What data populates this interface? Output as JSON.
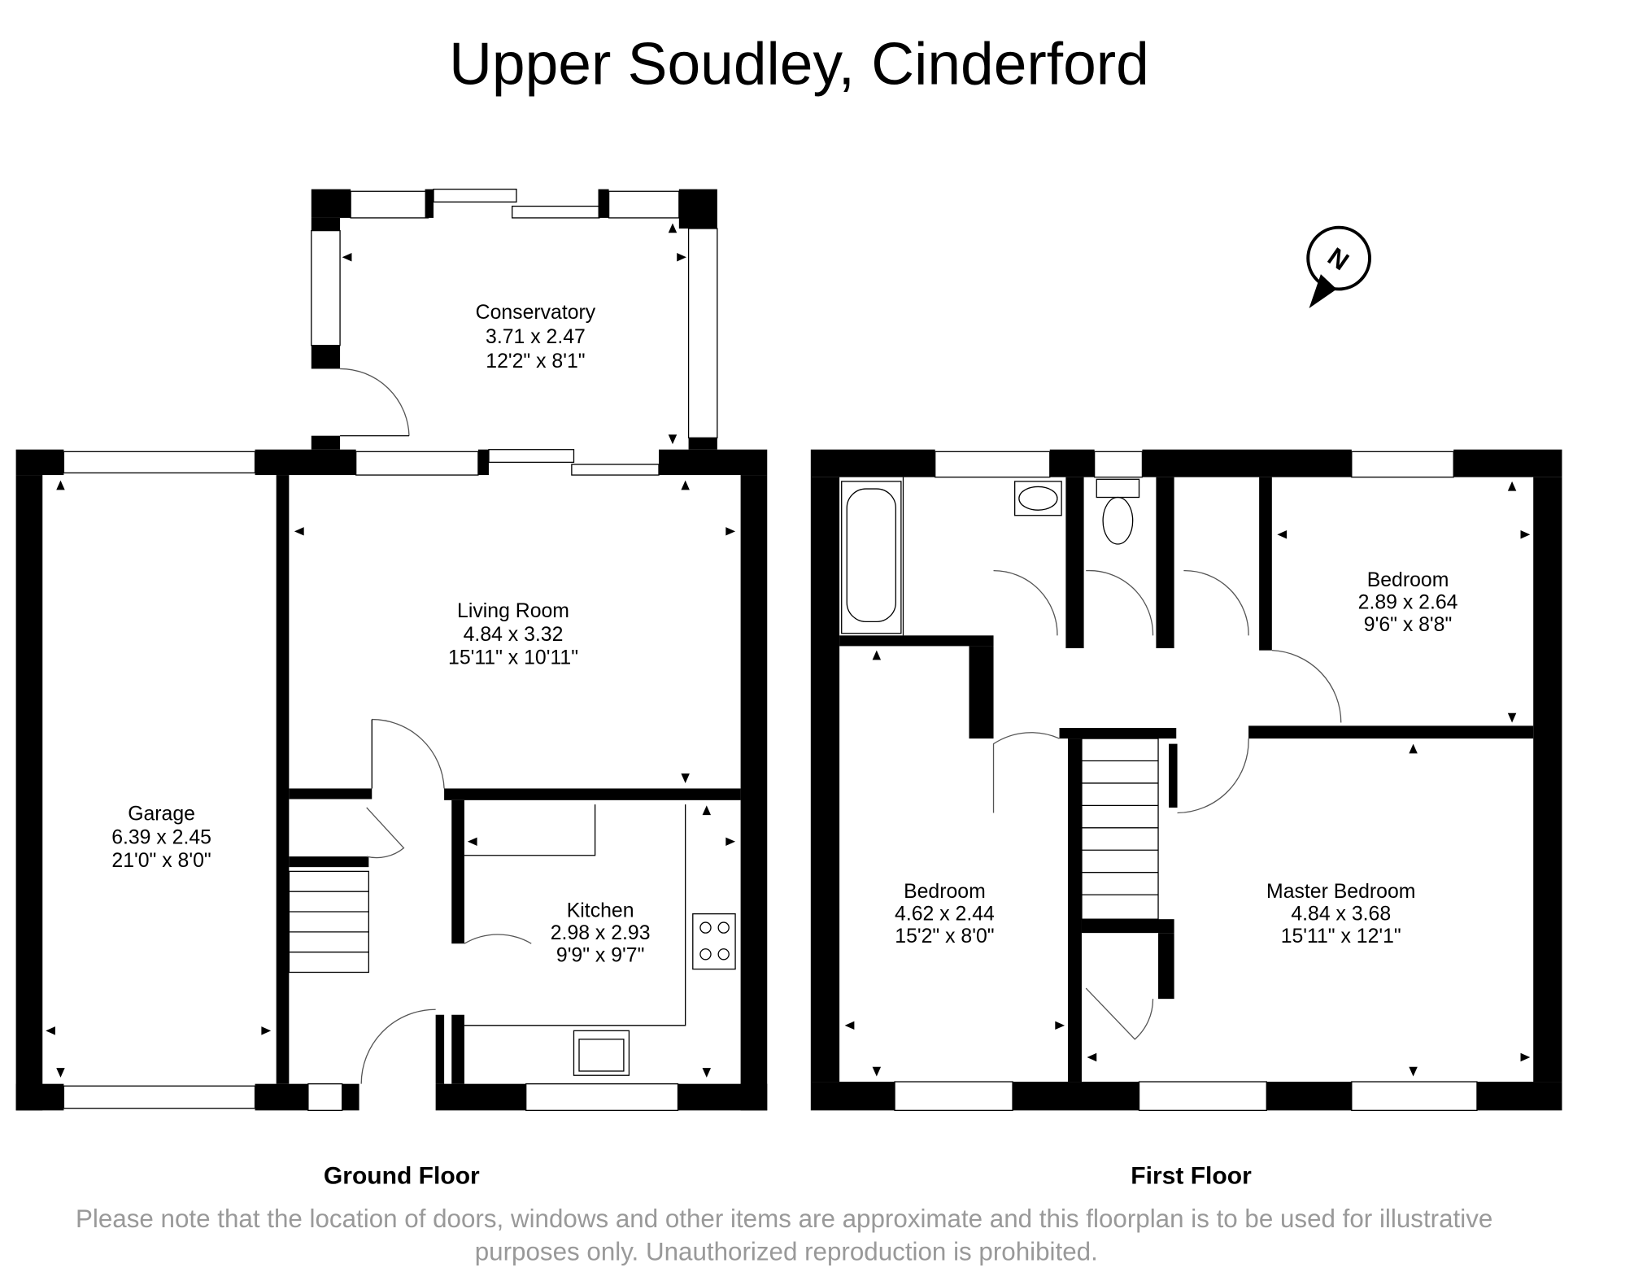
{
  "title": "Upper Soudley, Cinderford",
  "compass": {
    "icon": "north-compass-icon",
    "label": "N"
  },
  "ground_floor": {
    "label": "Ground Floor",
    "rooms": [
      {
        "name": "Conservatory",
        "metric": "3.71 x 2.47",
        "imperial": "12'2\" x 8'1\""
      },
      {
        "name": "Living Room",
        "metric": "4.84 x 3.32",
        "imperial": "15'11\" x 10'11\""
      },
      {
        "name": "Garage",
        "metric": "6.39 x 2.45",
        "imperial": "21'0\" x 8'0\""
      },
      {
        "name": "Kitchen",
        "metric": "2.98 x 2.93",
        "imperial": "9'9\" x 9'7\""
      }
    ]
  },
  "first_floor": {
    "label": "First Floor",
    "rooms": [
      {
        "name": "Bedroom",
        "metric": "2.89 x 2.64",
        "imperial": "9'6\" x 8'8\""
      },
      {
        "name": "Bedroom",
        "metric": "4.62 x 2.44",
        "imperial": "15'2\" x 8'0\""
      },
      {
        "name": "Master Bedroom",
        "metric": "4.84 x 3.68",
        "imperial": "15'11\" x 12'1\""
      }
    ]
  },
  "disclaimer": {
    "line1": "Please note that the location of doors, windows and other items are approximate and this floorplan is to be used for illustrative",
    "line2": "purposes only. Unauthorized reproduction is prohibited."
  }
}
